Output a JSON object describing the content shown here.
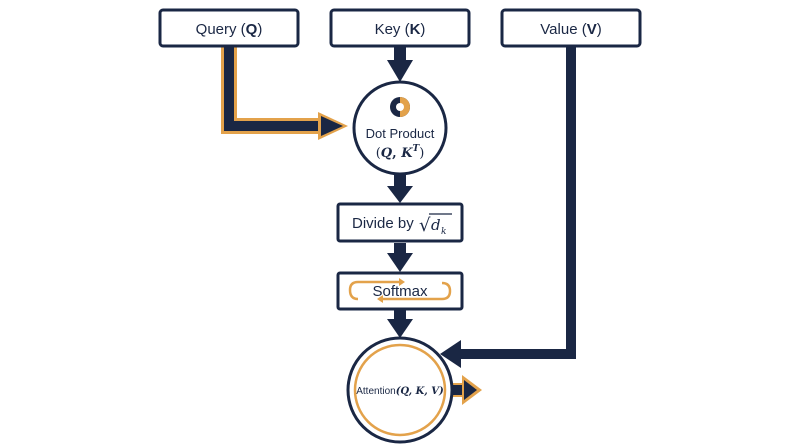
{
  "colors": {
    "navy": "#1a2744",
    "gold": "#e3a24b",
    "background": "#ffffff"
  },
  "nodes": {
    "query": {
      "prefix": "Query (",
      "symbol": "Q",
      "suffix": ")"
    },
    "key": {
      "prefix": "Key (",
      "symbol": "K",
      "suffix": ")"
    },
    "value": {
      "prefix": "Value (",
      "symbol": "V",
      "suffix": ")"
    },
    "dot_product": {
      "icon": "target-icon",
      "label": "Dot Product",
      "formula_open": "(",
      "formula_q": "Q",
      "formula_sep": ", ",
      "formula_k": "K",
      "formula_sup": "T",
      "formula_close": ")"
    },
    "divide": {
      "label": "Divide by",
      "sqrt_symbol": "√",
      "radicand": "d",
      "subscript": "k"
    },
    "softmax": {
      "icon": "cycle-arrows-icon",
      "label": "Softmax"
    },
    "attention": {
      "label": "Attention",
      "formula": "(Q, K, V)"
    }
  }
}
